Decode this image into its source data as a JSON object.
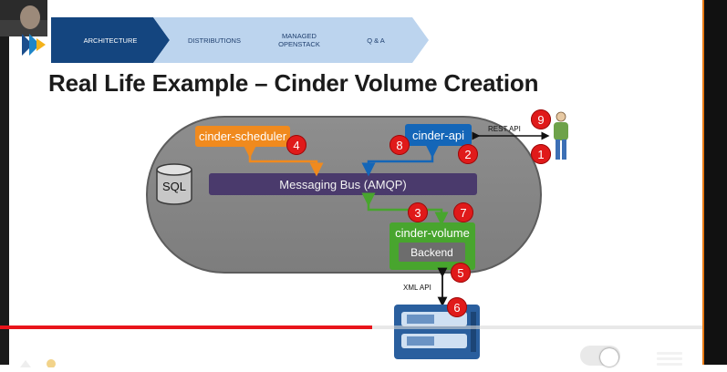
{
  "nav": {
    "items": [
      {
        "label": "ARCHITECTURE",
        "active": true
      },
      {
        "label": "DISTRIBUTIONS",
        "active": false
      },
      {
        "label": "MANAGED\nOPENSTACK",
        "active": false
      },
      {
        "label": "Q & A",
        "active": false
      }
    ],
    "active_color": "#14457f",
    "inactive_color": "#bcd4ee"
  },
  "slide": {
    "title": "Real Life Example – Cinder Volume Creation"
  },
  "diagram": {
    "components": {
      "scheduler": "cinder-scheduler",
      "api": "cinder-api",
      "bus": "Messaging Bus (AMQP)",
      "volume": "cinder-volume",
      "backend": "Backend",
      "database": "SQL"
    },
    "labels": {
      "rest_api": "REST API",
      "xml_api": "XML API"
    },
    "steps": [
      "1",
      "2",
      "3",
      "4",
      "5",
      "6",
      "7",
      "8",
      "9"
    ],
    "colors": {
      "scheduler": "#f08a1e",
      "api": "#1466b8",
      "bus": "#4a3a6c",
      "volume": "#48a52e",
      "badge": "#e01a1a"
    }
  },
  "player": {
    "progress_fraction": 0.53,
    "progress_color": "#e8141b"
  },
  "icons": {
    "user": "user-icon",
    "storage": "storage-array-icon",
    "database": "database-icon",
    "logo": "logo-icon",
    "menu": "menu-icon",
    "toggle": "autoplay-toggle-icon"
  }
}
